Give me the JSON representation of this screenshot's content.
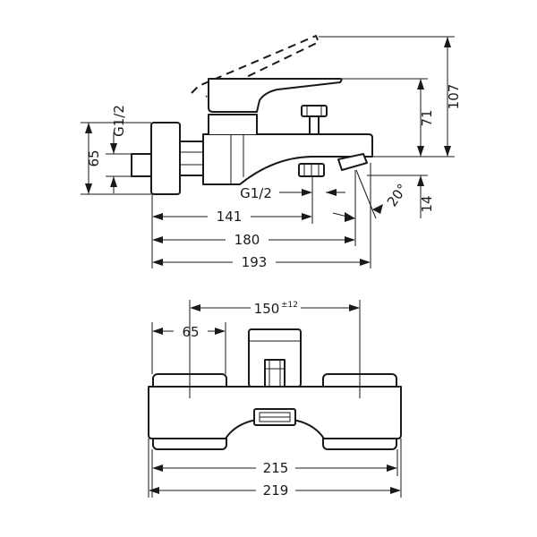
{
  "side_view": {
    "dimensions": {
      "thread_inlet": "G1/2",
      "thread_outlet": "G1/2",
      "height_65": "65",
      "height_107": "107",
      "height_71": "71",
      "height_14": "14",
      "angle": "20°",
      "length_141": "141",
      "length_180": "180",
      "length_193": "193"
    }
  },
  "front_view": {
    "dimensions": {
      "centers_value": "150",
      "centers_tolerance": "±12",
      "width_65": "65",
      "width_215": "215",
      "width_219": "219"
    }
  }
}
